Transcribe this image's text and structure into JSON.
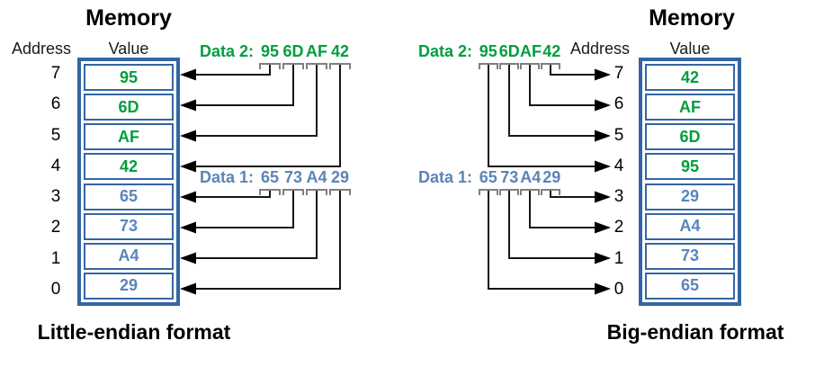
{
  "colors": {
    "data2-color": "#009e3d",
    "data1-color": "#5b84b8",
    "border-color": "#3465a4",
    "bracket-color": "#7f7f7f"
  },
  "left": {
    "title": "Memory",
    "address_header": "Address",
    "value_header": "Value",
    "caption": "Little-endian format",
    "data2": {
      "prefix": "Data 2:",
      "pairs": [
        "95",
        "6D",
        "AF",
        "42"
      ]
    },
    "data1": {
      "prefix": "Data 1:",
      "pairs": [
        "65",
        "73",
        "A4",
        "29"
      ]
    },
    "rows": [
      {
        "address": "7",
        "value": "95",
        "group": "data2"
      },
      {
        "address": "6",
        "value": "6D",
        "group": "data2"
      },
      {
        "address": "5",
        "value": "AF",
        "group": "data2"
      },
      {
        "address": "4",
        "value": "42",
        "group": "data2"
      },
      {
        "address": "3",
        "value": "65",
        "group": "data1"
      },
      {
        "address": "2",
        "value": "73",
        "group": "data1"
      },
      {
        "address": "1",
        "value": "A4",
        "group": "data1"
      },
      {
        "address": "0",
        "value": "29",
        "group": "data1"
      }
    ]
  },
  "right": {
    "title": "Memory",
    "address_header": "Address",
    "value_header": "Value",
    "caption": "Big-endian format",
    "data2": {
      "prefix": "Data 2:",
      "pairs": [
        "95",
        "6D",
        "AF",
        "42"
      ]
    },
    "data1": {
      "prefix": "Data 1:",
      "pairs": [
        "65",
        "73",
        "A4",
        "29"
      ]
    },
    "rows": [
      {
        "address": "7",
        "value": "42",
        "group": "data2"
      },
      {
        "address": "6",
        "value": "AF",
        "group": "data2"
      },
      {
        "address": "5",
        "value": "6D",
        "group": "data2"
      },
      {
        "address": "4",
        "value": "95",
        "group": "data2"
      },
      {
        "address": "3",
        "value": "29",
        "group": "data1"
      },
      {
        "address": "2",
        "value": "A4",
        "group": "data1"
      },
      {
        "address": "1",
        "value": "73",
        "group": "data1"
      },
      {
        "address": "0",
        "value": "65",
        "group": "data1"
      }
    ]
  }
}
